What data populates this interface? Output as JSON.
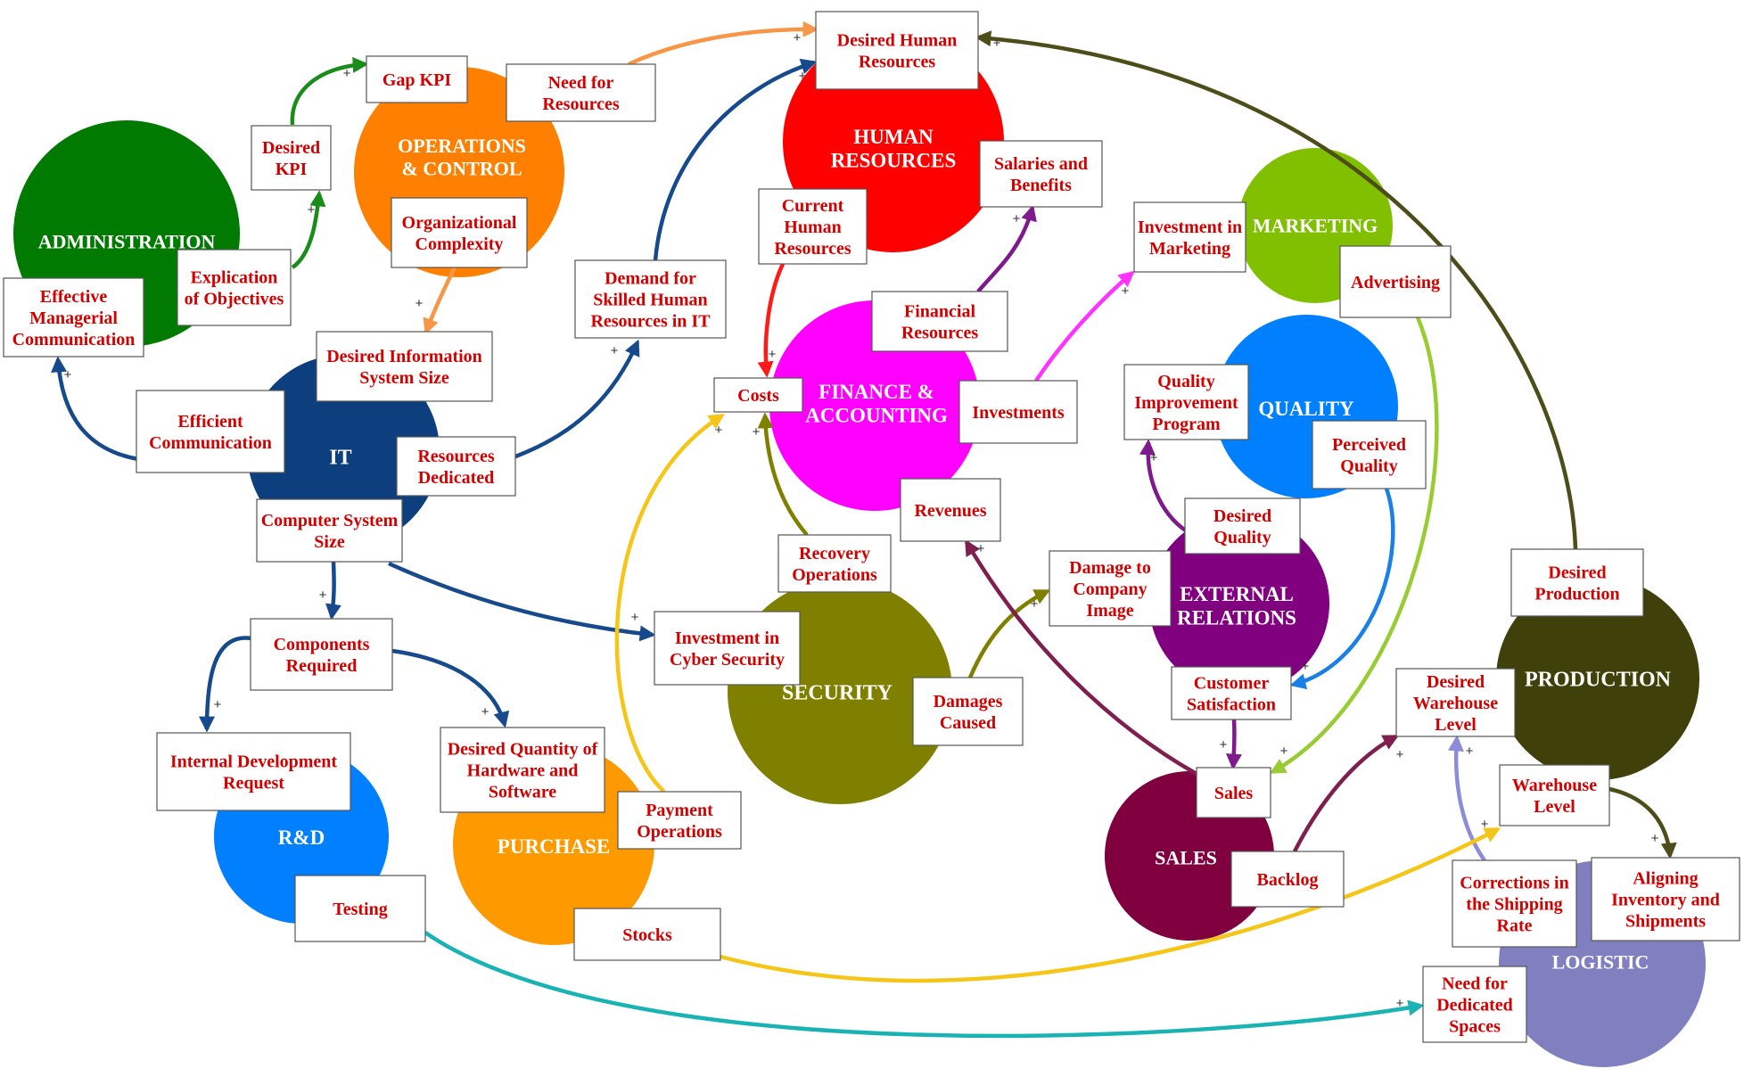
{
  "sectors": [
    {
      "id": "administration",
      "label": [
        "ADMINISTRATION"
      ],
      "color": "#007a00"
    },
    {
      "id": "operations",
      "label": [
        "OPERATIONS",
        "& CONTROL"
      ],
      "color": "#ff8000"
    },
    {
      "id": "human-resources",
      "label": [
        "HUMAN",
        "RESOURCES"
      ],
      "color": "#ff0000"
    },
    {
      "id": "it",
      "label": [
        "IT"
      ],
      "color": "#0d3f7f"
    },
    {
      "id": "finance",
      "label": [
        "FINANCE &",
        "ACCOUNTING"
      ],
      "color": "#ff00ff"
    },
    {
      "id": "marketing",
      "label": [
        "MARKETING"
      ],
      "color": "#80c000"
    },
    {
      "id": "quality",
      "label": [
        "QUALITY"
      ],
      "color": "#0080ff"
    },
    {
      "id": "external-relations",
      "label": [
        "EXTERNAL",
        "RELATIONS"
      ],
      "color": "#80007f"
    },
    {
      "id": "security",
      "label": [
        "SECURITY"
      ],
      "color": "#808000"
    },
    {
      "id": "production",
      "label": [
        "PRODUCTION"
      ],
      "color": "#40400a"
    },
    {
      "id": "rd",
      "label": [
        "R&D"
      ],
      "color": "#0080ff"
    },
    {
      "id": "purchase",
      "label": [
        "PURCHASE"
      ],
      "color": "#ff9900"
    },
    {
      "id": "sales",
      "label": [
        "SALES"
      ],
      "color": "#80003f"
    },
    {
      "id": "logistic",
      "label": [
        "LOGISTIC"
      ],
      "color": "#8080c0"
    }
  ],
  "variables": [
    {
      "id": "desired-human-resources",
      "lines": [
        "Desired Human",
        "Resources"
      ]
    },
    {
      "id": "gap-kpi",
      "lines": [
        "Gap KPI"
      ]
    },
    {
      "id": "need-for-resources",
      "lines": [
        "Need for",
        "Resources"
      ]
    },
    {
      "id": "desired-kpi",
      "lines": [
        "Desired",
        "KPI"
      ]
    },
    {
      "id": "organizational-complexity",
      "lines": [
        "Organizational",
        "Complexity"
      ]
    },
    {
      "id": "explication-of-objectives",
      "lines": [
        "Explication",
        "of Objectives"
      ]
    },
    {
      "id": "effective-managerial-communication",
      "lines": [
        "Effective",
        "Managerial",
        "Communication"
      ]
    },
    {
      "id": "desired-information-system-size",
      "lines": [
        "Desired Information",
        "System Size"
      ]
    },
    {
      "id": "efficient-communication",
      "lines": [
        "Efficient",
        "Communication"
      ]
    },
    {
      "id": "resources-dedicated",
      "lines": [
        "Resources",
        "Dedicated"
      ]
    },
    {
      "id": "computer-system-size",
      "lines": [
        "Computer System",
        "Size"
      ]
    },
    {
      "id": "demand-for-skilled-hr-it",
      "lines": [
        "Demand for",
        "Skilled Human",
        "Resources in IT"
      ]
    },
    {
      "id": "current-human-resources",
      "lines": [
        "Current",
        "Human",
        "Resources"
      ]
    },
    {
      "id": "salaries-and-benefits",
      "lines": [
        "Salaries and",
        "Benefits"
      ]
    },
    {
      "id": "financial-resources",
      "lines": [
        "Financial",
        "Resources"
      ]
    },
    {
      "id": "costs",
      "lines": [
        "Costs"
      ]
    },
    {
      "id": "investments",
      "lines": [
        "Investments"
      ]
    },
    {
      "id": "investment-in-marketing",
      "lines": [
        "Investment in",
        "Marketing"
      ]
    },
    {
      "id": "advertising",
      "lines": [
        "Advertising"
      ]
    },
    {
      "id": "quality-improvement-program",
      "lines": [
        "Quality",
        "Improvement",
        "Program"
      ]
    },
    {
      "id": "perceived-quality",
      "lines": [
        "Perceived",
        "Quality"
      ]
    },
    {
      "id": "revenues",
      "lines": [
        "Revenues"
      ]
    },
    {
      "id": "recovery-operations",
      "lines": [
        "Recovery",
        "Operations"
      ]
    },
    {
      "id": "desired-quality",
      "lines": [
        "Desired",
        "Quality"
      ]
    },
    {
      "id": "damage-to-company-image",
      "lines": [
        "Damage to",
        "Company",
        "Image"
      ]
    },
    {
      "id": "desired-production",
      "lines": [
        "Desired",
        "Production"
      ]
    },
    {
      "id": "components-required",
      "lines": [
        "Components",
        "Required"
      ]
    },
    {
      "id": "investment-in-cyber-security",
      "lines": [
        "Investment in",
        "Cyber Security"
      ]
    },
    {
      "id": "damages-caused",
      "lines": [
        "Damages",
        "Caused"
      ]
    },
    {
      "id": "customer-satisfaction",
      "lines": [
        "Customer",
        "Satisfaction"
      ]
    },
    {
      "id": "desired-warehouse-level",
      "lines": [
        "Desired",
        "Warehouse",
        "Level"
      ]
    },
    {
      "id": "internal-development-request",
      "lines": [
        "Internal Development",
        "Request"
      ]
    },
    {
      "id": "desired-quantity-hw-sw",
      "lines": [
        "Desired Quantity of",
        "Hardware and",
        "Software"
      ]
    },
    {
      "id": "payment-operations",
      "lines": [
        "Payment",
        "Operations"
      ]
    },
    {
      "id": "sales",
      "lines": [
        "Sales"
      ]
    },
    {
      "id": "warehouse-level",
      "lines": [
        "Warehouse",
        "Level"
      ]
    },
    {
      "id": "testing",
      "lines": [
        "Testing"
      ]
    },
    {
      "id": "stocks",
      "lines": [
        "Stocks"
      ]
    },
    {
      "id": "backlog",
      "lines": [
        "Backlog"
      ]
    },
    {
      "id": "corrections-shipping-rate",
      "lines": [
        "Corrections in",
        "the Shipping",
        "Rate"
      ]
    },
    {
      "id": "aligning-inventory-shipments",
      "lines": [
        "Aligning",
        "Inventory and",
        "Shipments"
      ]
    },
    {
      "id": "need-for-dedicated-spaces",
      "lines": [
        "Need for",
        "Dedicated",
        "Spaces"
      ]
    }
  ],
  "links": [
    {
      "id": "link-expl-desiredkpi",
      "color": "#1a8c1a",
      "sign": "+"
    },
    {
      "id": "link-desiredkpi-gapkpi",
      "color": "#1a8c1a",
      "sign": "+"
    },
    {
      "id": "link-need-desiredhr",
      "color": "#f79646",
      "sign": "+"
    },
    {
      "id": "link-orgcomp-desinfo",
      "color": "#f79646",
      "sign": "+"
    },
    {
      "id": "link-effcomm-effmgr",
      "color": "#174a8c",
      "sign": "+"
    },
    {
      "id": "link-resded-demand",
      "color": "#174a8c",
      "sign": "+"
    },
    {
      "id": "link-demand-desiredhr",
      "color": "#174a8c",
      "sign": "+"
    },
    {
      "id": "link-compsize-components",
      "color": "#174a8c",
      "sign": "+"
    },
    {
      "id": "link-compsize-cyber",
      "color": "#174a8c",
      "sign": "+"
    },
    {
      "id": "link-components-internal",
      "color": "#174a8c",
      "sign": "+"
    },
    {
      "id": "link-components-qty",
      "color": "#174a8c",
      "sign": "+"
    },
    {
      "id": "link-currenthr-costs",
      "color": "#ff1a1a",
      "sign": "+"
    },
    {
      "id": "link-finres-salaries",
      "color": "#7f1a8c",
      "sign": "+"
    },
    {
      "id": "link-investments-mkt",
      "color": "#ff33ff",
      "sign": "+"
    },
    {
      "id": "link-payment-costs",
      "color": "#f5c518",
      "sign": "+"
    },
    {
      "id": "link-recovery-costs",
      "color": "#808000",
      "sign": "+"
    },
    {
      "id": "link-damages-image",
      "color": "#808000",
      "sign": "+"
    },
    {
      "id": "link-sales-revenues",
      "color": "#7f1f4f",
      "sign": "+"
    },
    {
      "id": "link-desquality-qip",
      "color": "#7f1a8c",
      "sign": "+"
    },
    {
      "id": "link-perceived-satisfaction",
      "color": "#1a80e6",
      "sign": "+"
    },
    {
      "id": "link-satisfaction-sales",
      "color": "#7f1a8c",
      "sign": "+"
    },
    {
      "id": "link-advertising-sales",
      "color": "#99cc33",
      "sign": "+"
    },
    {
      "id": "link-backlog-deswarehouse",
      "color": "#7f1f4f",
      "sign": "+"
    },
    {
      "id": "link-desprod-desiredhr",
      "color": "#4d4d1a",
      "sign": "+"
    },
    {
      "id": "link-corrections-deswarehouse",
      "color": "#8c8cd9",
      "sign": "+"
    },
    {
      "id": "link-warehouse-aligning",
      "color": "#4d4d1a",
      "sign": "+"
    },
    {
      "id": "link-stocks-warehouse",
      "color": "#f5c518",
      "sign": "+"
    },
    {
      "id": "link-testing-spaces",
      "color": "#1ab3b3",
      "sign": "+"
    }
  ]
}
